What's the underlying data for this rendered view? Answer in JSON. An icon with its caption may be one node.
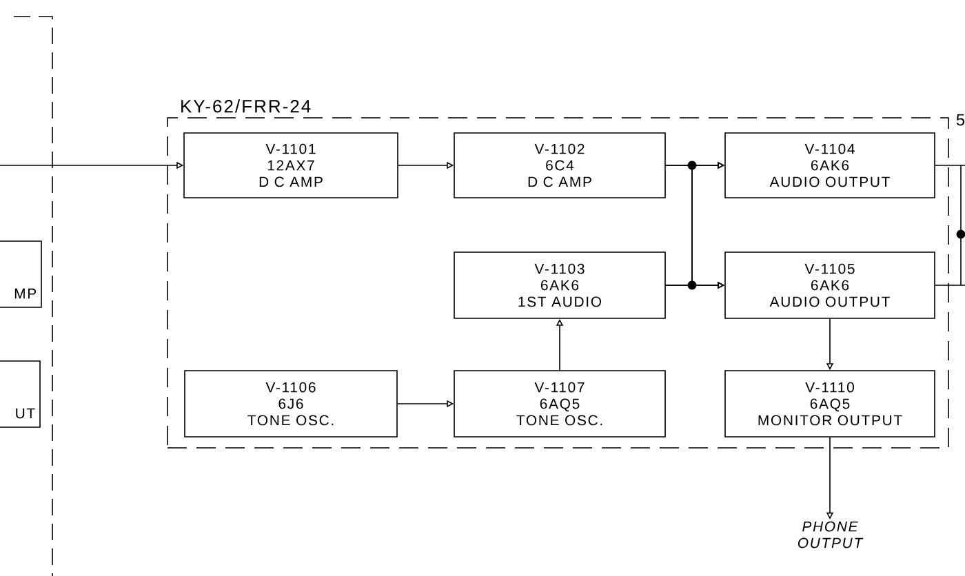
{
  "diagram": {
    "nodes": [
      {
        "text": [
          "KY-62/FRR-24"
        ]
      },
      {
        "text": [
          "V-1101",
          "12AX7",
          "D C AMP"
        ],
        "in": 0
      },
      {
        "text": [
          "V-1102",
          "6C4",
          "D C AMP"
        ],
        "in": 0
      },
      {
        "text": [
          "V-1104",
          "6AK6",
          "AUDIO OUTPUT"
        ],
        "in": 0
      },
      {
        "text": [
          "V-1103",
          "6AK6",
          "1ST AUDIO"
        ],
        "in": 0
      },
      {
        "text": [
          "V-1105",
          "6AK6",
          "AUDIO OUTPUT"
        ],
        "in": 0
      },
      {
        "text": [
          "V-1106",
          "6J6",
          "TONE OSC."
        ],
        "in": 0
      },
      {
        "text": [
          "V-1107",
          "6AQ5",
          "TONE OSC."
        ],
        "in": 0
      },
      {
        "text": [
          "V-1110",
          "6AQ5",
          "MONITOR OUTPUT"
        ],
        "in": 0
      },
      {
        "text": [
          "PHONE OUTPUT"
        ]
      },
      {
        "text": [
          "MP"
        ]
      },
      {
        "text": [
          "UT"
        ]
      }
    ],
    "edges": [
      {
        "from": null,
        "to": 1,
        "arrow": "to"
      },
      {
        "from": 1,
        "to": 2,
        "arrow": "to"
      },
      {
        "from": 2,
        "to": 3,
        "arrow": "to"
      },
      {
        "from": 2,
        "to": 5,
        "arrow": "to"
      },
      {
        "from": 4,
        "to": 3,
        "arrow": "to"
      },
      {
        "from": 4,
        "to": 5,
        "arrow": "to"
      },
      {
        "from": 6,
        "to": 7,
        "arrow": "to"
      },
      {
        "from": 7,
        "to": 4,
        "arrow": "to"
      },
      {
        "from": 5,
        "to": 8,
        "arrow": "to"
      },
      {
        "from": 8,
        "to": 9,
        "arrow": "to"
      },
      {
        "from": 3,
        "to": null,
        "arrow": "none"
      },
      {
        "from": 5,
        "to": null,
        "arrow": "none"
      }
    ],
    "labels": [
      "5"
    ]
  }
}
